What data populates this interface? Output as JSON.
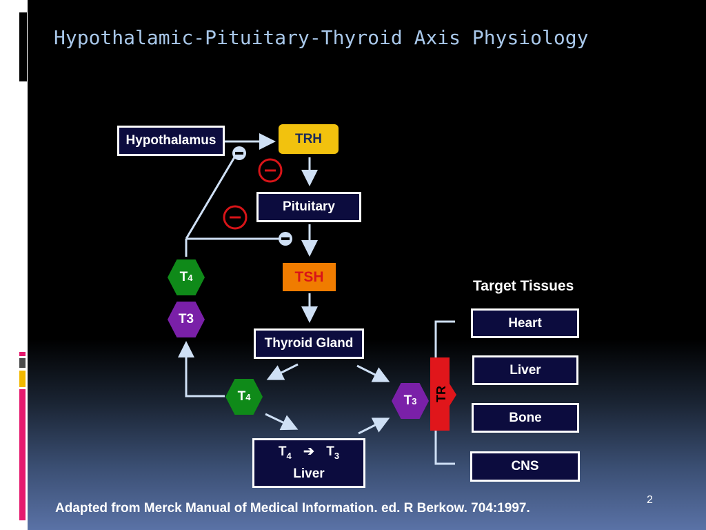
{
  "slide": {
    "title": "Hypothalamic-Pituitary-Thyroid Axis Physiology",
    "citation": "Adapted from Merck Manual of Medical Information. ed. R Berkow. 704:1997.",
    "page_number": "2"
  },
  "diagram": {
    "hypothalamus": "Hypothalamus",
    "trh": "TRH",
    "pituitary": "Pituitary",
    "tsh": "TSH",
    "thyroid_gland": "Thyroid Gland",
    "t4_label": "T",
    "t4_sub": "4",
    "t3_label": "T",
    "t3_sub": "3",
    "t3_plain": "T3",
    "liver_box": {
      "t4": "T",
      "t4_sub": "4",
      "t3": "T",
      "t3_sub": "3",
      "label": "Liver"
    },
    "receptor": "TR",
    "target_tissues_title": "Target Tissues",
    "target_tissues": [
      "Heart",
      "Liver",
      "Bone",
      "CNS"
    ],
    "inhibition_symbol": "–",
    "colors": {
      "trh_fill": "#f2c20e",
      "tsh_fill": "#f07c00",
      "tsh_text": "#d81418",
      "t4_hex": "#0f8a19",
      "t3_hex": "#7a20a8",
      "receptor_fill": "#e0161b",
      "arrow": "#cfe0f5",
      "inhibit_circle": "#d81418"
    }
  }
}
